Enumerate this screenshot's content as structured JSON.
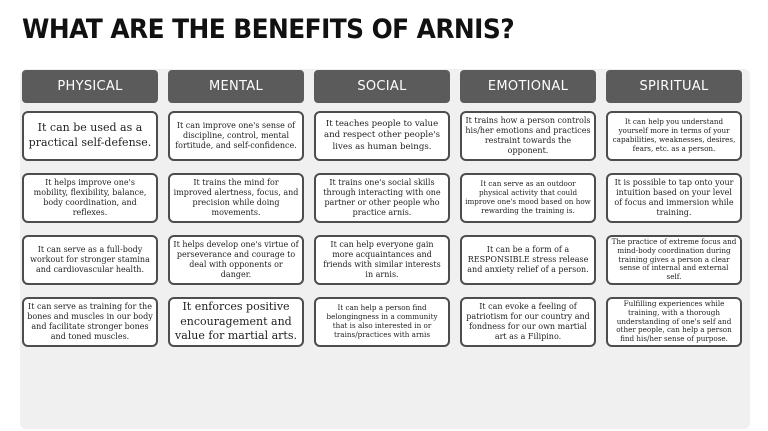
{
  "title": "WHAT ARE THE BENEFITS OF ARNIS?",
  "columns": [
    {
      "header": "PHYSICAL",
      "cards": [
        "It can be used as a practical self-defense.",
        "It helps improve one's mobility, flexibility, balance, body coordination, and reflexes.",
        "It can serve as a full-body workout for stronger stamina and cardiovascular health.",
        "It can serve as training for the bones and muscles in our body and facilitate stronger bones and toned muscles."
      ]
    },
    {
      "header": "MENTAL",
      "cards": [
        "It can improve one's sense of discipline, control, mental fortitude, and self-confidence.",
        "It trains the mind for improved alertness, focus, and precision while doing movements.",
        "It helps develop one's virtue of perseverance and courage to deal with opponents or danger.",
        "It enforces positive encouragement and value for martial arts."
      ]
    },
    {
      "header": "SOCIAL",
      "cards": [
        "It teaches people to value and respect other people's lives as human beings.",
        "It trains one's social skills through interacting with one partner or other people who practice arnis.",
        "It can help everyone gain more acquaintances and friends with similar interests in arnis.",
        "It can help a person find belongingness in a community that is also interested in or trains/practices with arnis"
      ]
    },
    {
      "header": "EMOTIONAL",
      "cards": [
        "It trains how a person controls his/her emotions and practices restraint towards the opponent.",
        "It can serve as an outdoor physical activity that could improve one's mood based on how rewarding the training is.",
        "It can be a form of a RESPONSIBLE stress release and anxiety relief of a person.",
        "It can evoke a feeling of patriotism for our country and fondness for our own martial art as a Filipino."
      ]
    },
    {
      "header": "SPIRITUAL",
      "cards": [
        "It can help you understand yourself more in terms of your capabilities, weaknesses, desires, fears, etc. as a person.",
        "It is possible to tap onto your intuition based on your level of focus and immersion while training.",
        "The practice of extreme focus and mind-body coordination during training gives a person a clear sense of internal and external self.",
        "Fulfilling experiences while training, with a thorough understanding of one's self and other people, can help a person find his/her sense of purpose."
      ]
    }
  ]
}
